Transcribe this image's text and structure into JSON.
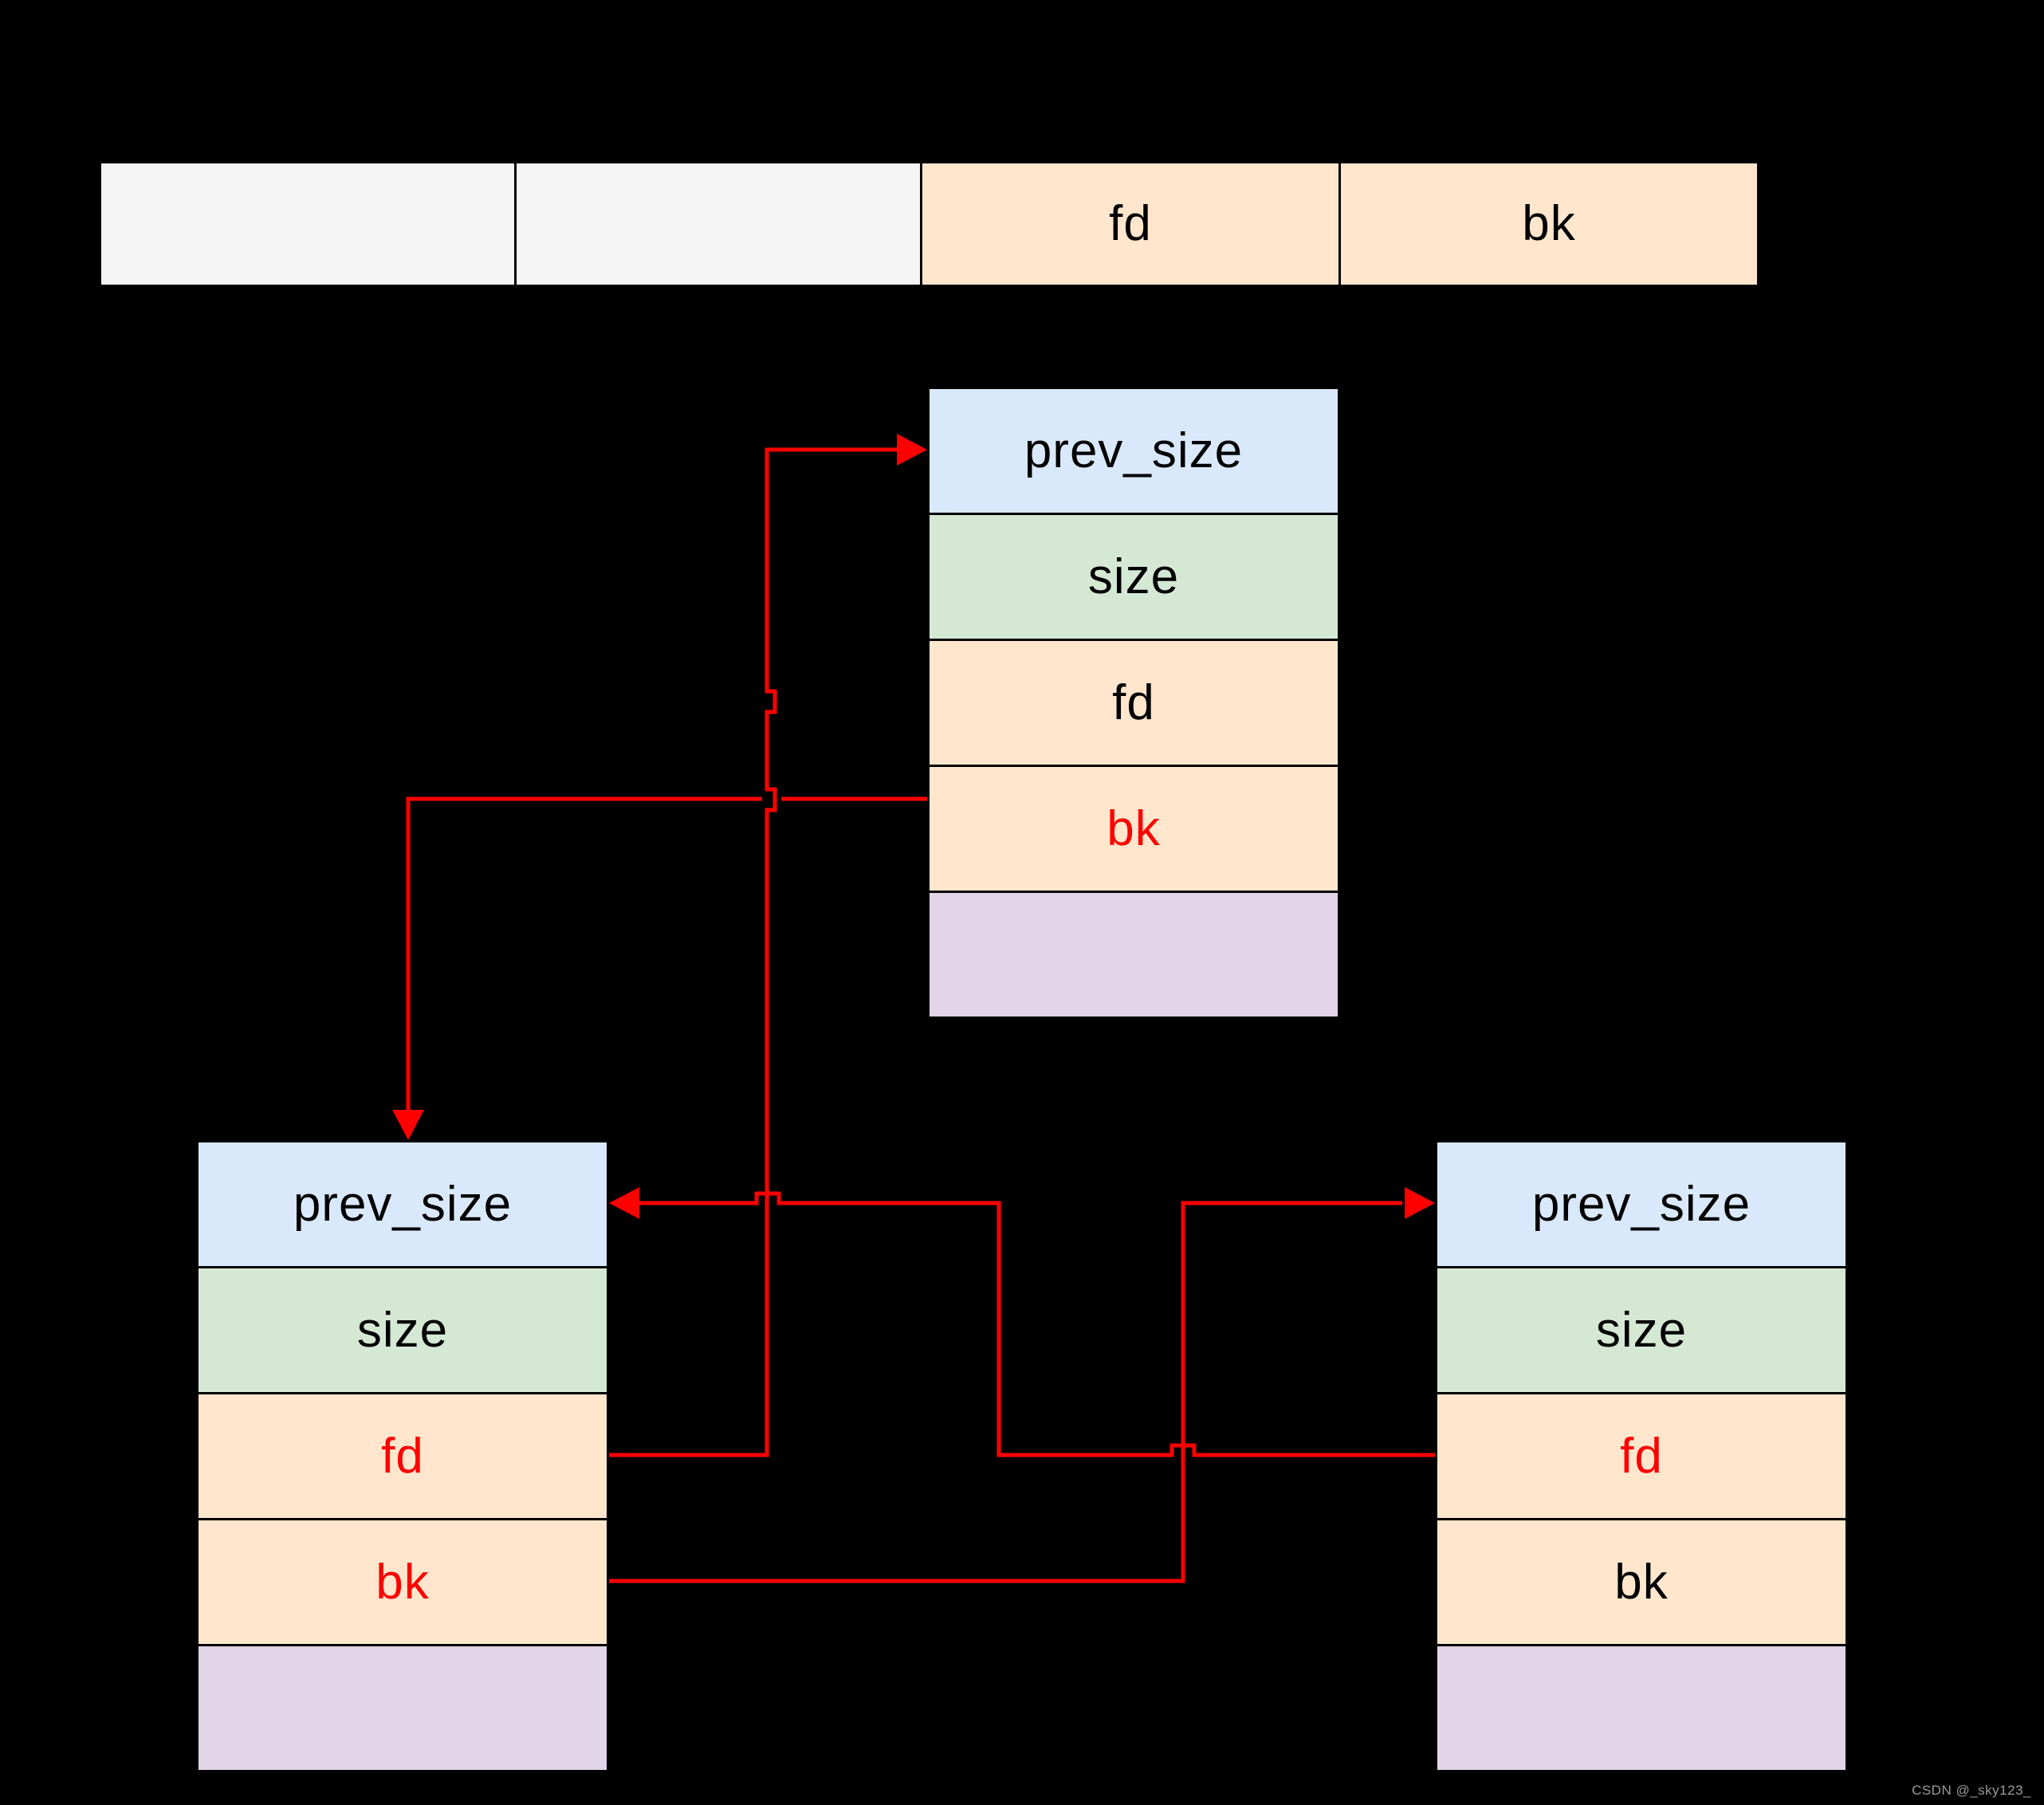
{
  "colors": {
    "background": "#000000",
    "cell_gray": "#f5f5f5",
    "cell_orange": "#ffe6cc",
    "cell_blue": "#dae8fc",
    "cell_green": "#d5e8d4",
    "cell_purple": "#e1d5e7",
    "border": "#000000",
    "arrow_red": "#ff0000",
    "label_black": "#000000",
    "label_red": "#ff0000",
    "watermark_gray": "#9a9a9a"
  },
  "bin_header": {
    "cells": [
      {
        "label": "",
        "color": "gray"
      },
      {
        "label": "",
        "color": "gray"
      },
      {
        "label": "fd",
        "color": "orange",
        "text_color": "black"
      },
      {
        "label": "bk",
        "color": "orange",
        "text_color": "black"
      }
    ]
  },
  "chunks": {
    "middle": {
      "rows": [
        {
          "label": "prev_size",
          "color": "blue",
          "text_color": "black"
        },
        {
          "label": "size",
          "color": "green",
          "text_color": "black"
        },
        {
          "label": "fd",
          "color": "orange",
          "text_color": "black"
        },
        {
          "label": "bk",
          "color": "orange",
          "text_color": "red"
        },
        {
          "label": "",
          "color": "purple",
          "text_color": "black"
        }
      ]
    },
    "bottom_left": {
      "rows": [
        {
          "label": "prev_size",
          "color": "blue",
          "text_color": "black"
        },
        {
          "label": "size",
          "color": "green",
          "text_color": "black"
        },
        {
          "label": "fd",
          "color": "orange",
          "text_color": "red"
        },
        {
          "label": "bk",
          "color": "orange",
          "text_color": "red"
        },
        {
          "label": "",
          "color": "purple",
          "text_color": "black"
        }
      ]
    },
    "bottom_right": {
      "rows": [
        {
          "label": "prev_size",
          "color": "blue",
          "text_color": "black"
        },
        {
          "label": "size",
          "color": "green",
          "text_color": "black"
        },
        {
          "label": "fd",
          "color": "orange",
          "text_color": "red"
        },
        {
          "label": "bk",
          "color": "orange",
          "text_color": "black"
        },
        {
          "label": "",
          "color": "purple",
          "text_color": "black"
        }
      ]
    }
  },
  "arrows": {
    "bottom_left_fd_to_middle": "bottom-left chunk fd -> middle chunk prev_size",
    "middle_bk_to_bottom_left": "middle chunk bk -> bottom-left chunk top",
    "bottom_right_fd_to_bottom_left": "bottom-right chunk fd -> bottom-left chunk prev_size",
    "bottom_left_bk_to_bottom_right": "bottom-left chunk bk -> bottom-right chunk prev_size"
  },
  "watermark": "CSDN @_sky123_"
}
